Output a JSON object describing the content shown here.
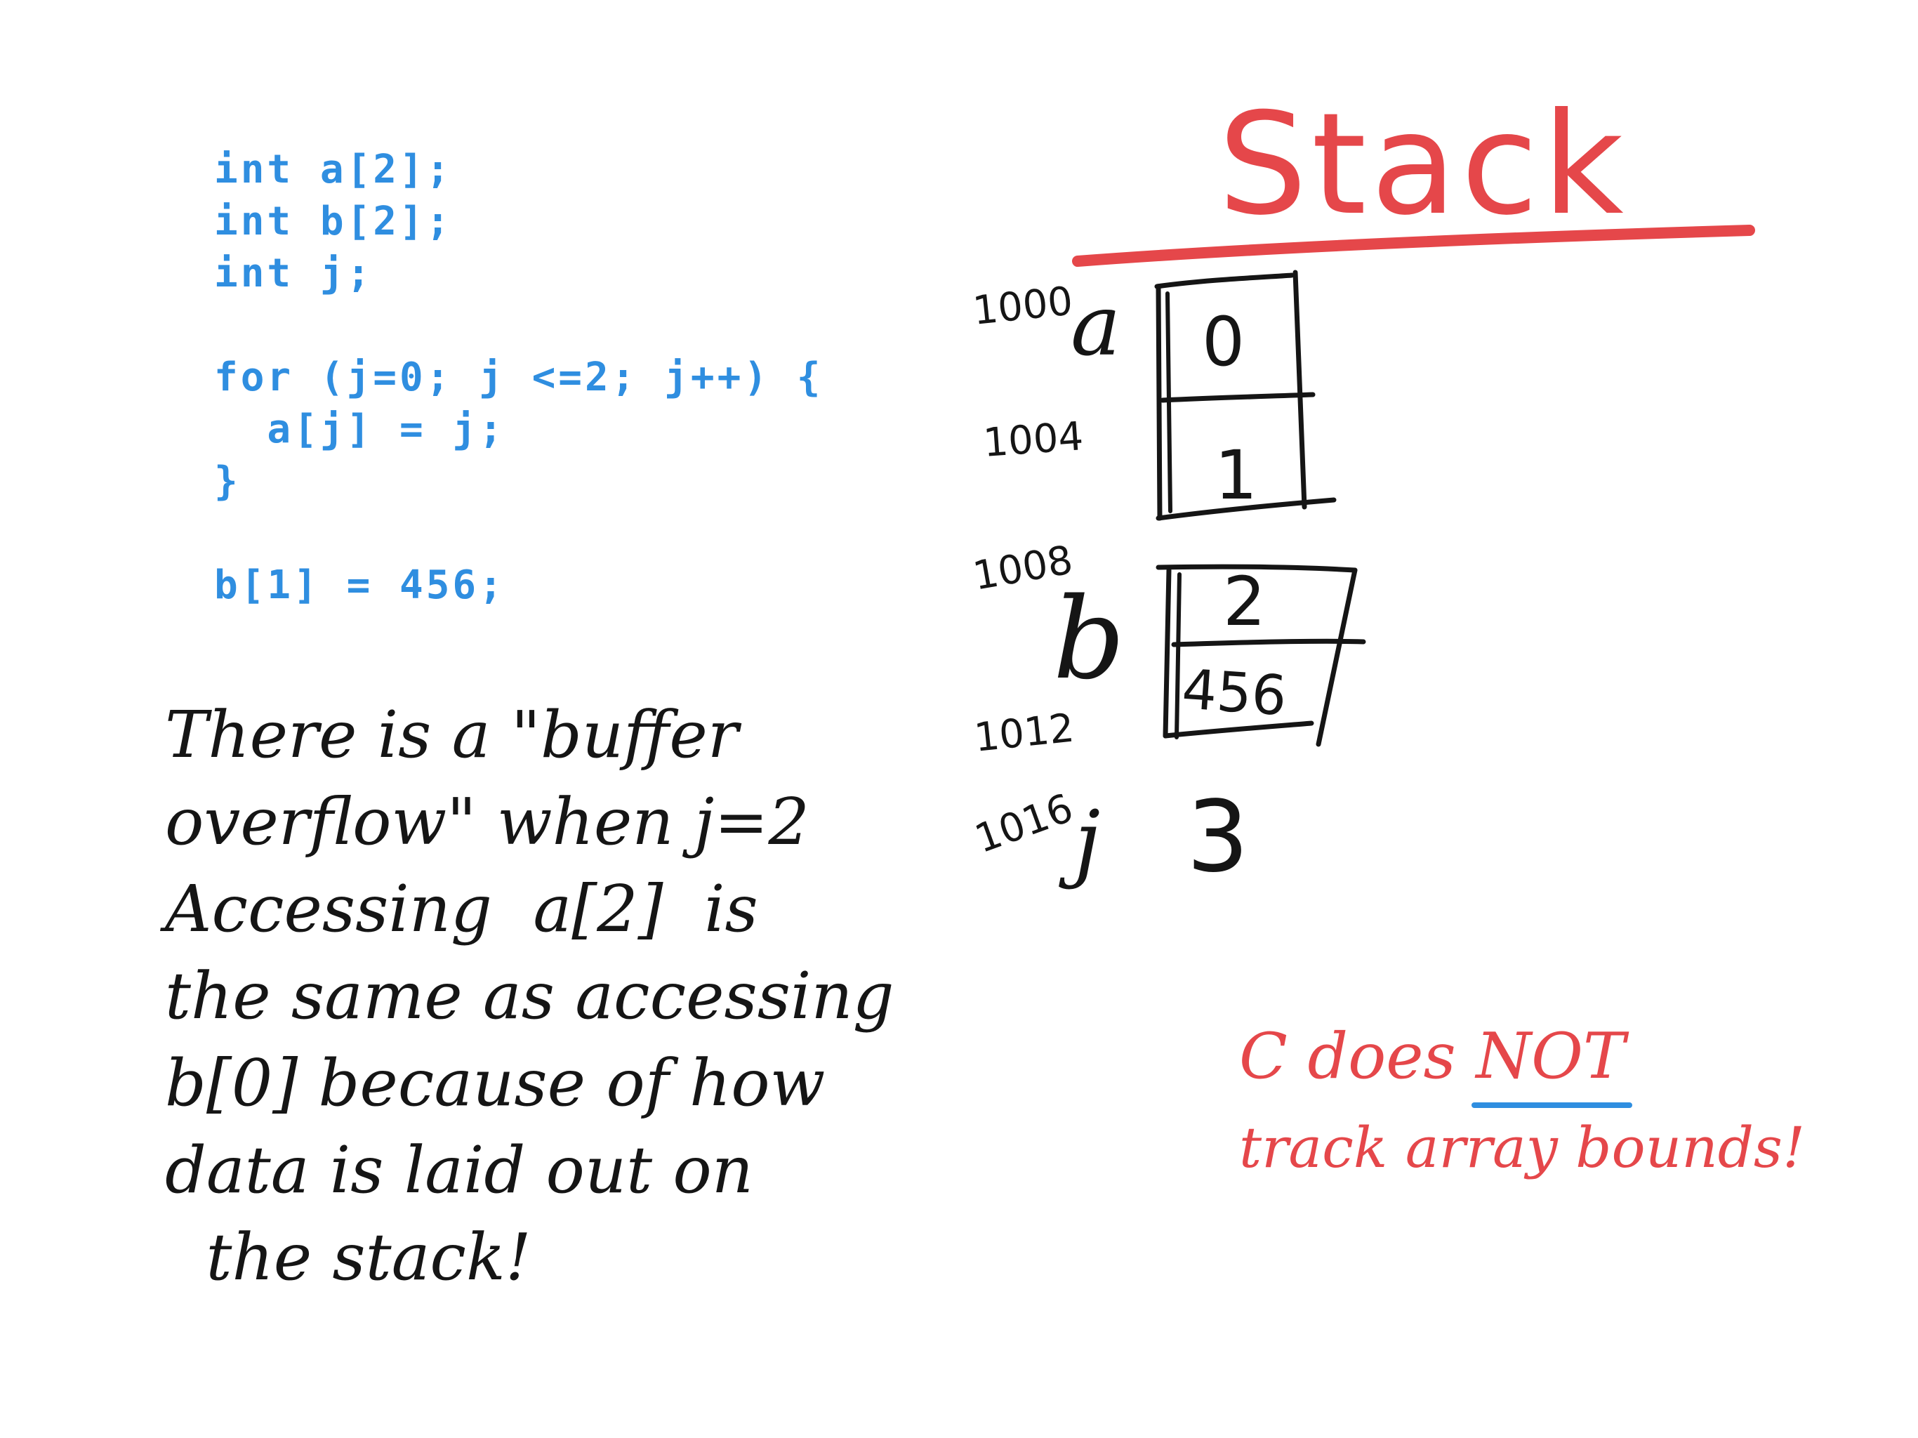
{
  "code": {
    "lines": [
      "int a[2];",
      "int b[2];",
      "int j;",
      "",
      "for (j=0; j <=2; j++) {",
      "  a[j] = j;",
      "}",
      "",
      "b[1] = 456;"
    ],
    "color": "#2f8ee0"
  },
  "stack": {
    "title": "Stack",
    "color": "#e5474a",
    "entries": [
      {
        "address": "1000",
        "var": "a",
        "value": "0"
      },
      {
        "address": "1004",
        "var": "",
        "value": "1"
      },
      {
        "address": "1008",
        "var": "b",
        "value": "2"
      },
      {
        "address": "1012",
        "var": "",
        "value": "456"
      },
      {
        "address": "1016",
        "var": "j",
        "value": "3"
      }
    ]
  },
  "explanation": {
    "lines": [
      "There is a \"buffer",
      "overflow\" when j=2",
      "Accessing  a[2]  is",
      "the same as accessing",
      "b[0] because of how",
      "data is laid out on",
      "  the stack!"
    ],
    "color": "#151515"
  },
  "warning": {
    "line1_prefix": "C does ",
    "emphasis": "NOT",
    "line2": "track array bounds!",
    "color": "#e5474a",
    "underline_color": "#2f8ee0"
  }
}
